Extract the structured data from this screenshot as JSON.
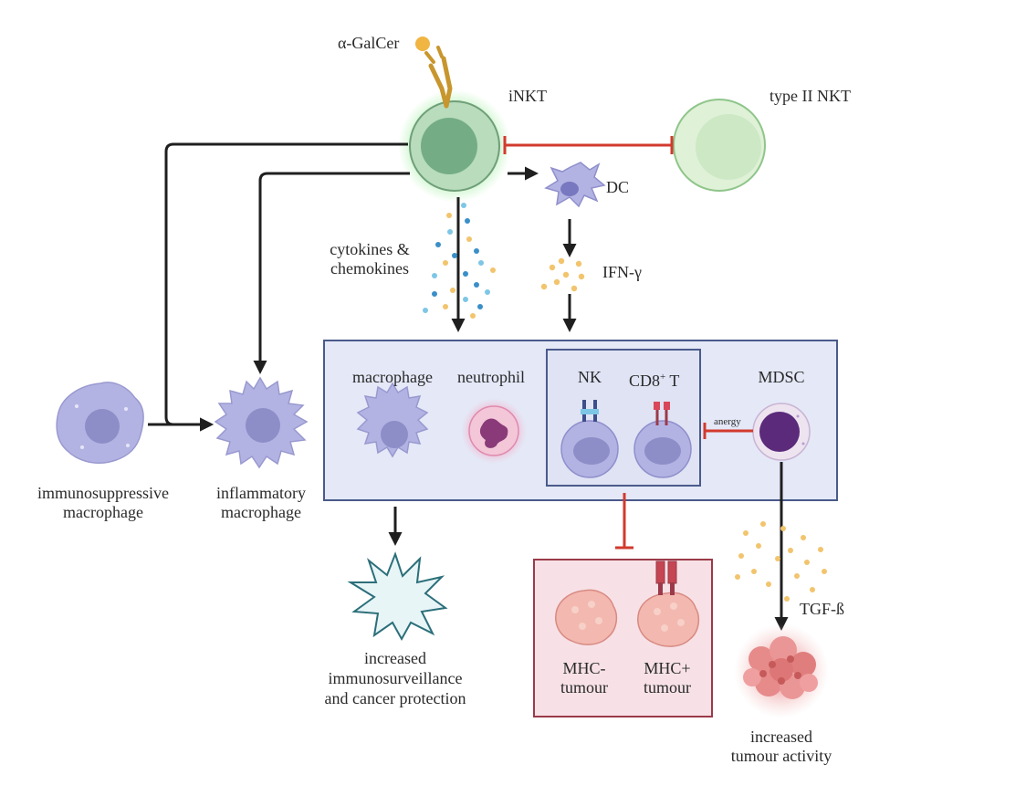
{
  "labels": {
    "alpha_galcer": "α-GalCer",
    "inkt": "iNKT",
    "type2_nkt": "type II NKT",
    "dc": "DC",
    "cytokines": "cytokines &",
    "chemokines": "chemokines",
    "ifn_gamma": "IFN-γ",
    "macrophage": "macrophage",
    "neutrophil": "neutrophil",
    "nk": "NK",
    "cd8_prefix": "CD8",
    "cd8_sup": "+",
    "cd8_suffix": " T",
    "mdsc": "MDSC",
    "anergy": "anergy",
    "immunosuppressive_line1": "immunosuppressive",
    "immunosuppressive_line2": "macrophage",
    "inflammatory_line1": "inflammatory",
    "inflammatory_line2": "macrophage",
    "outcome_line1": "increased",
    "outcome_line2": "immunosurveillance",
    "outcome_line3": "and cancer protection",
    "mhc_neg_line1": "MHC-",
    "mhc_neg_line2": "tumour",
    "mhc_pos_line1": "MHC+",
    "mhc_pos_line2": "tumour",
    "tgf_beta": "TGF-ß",
    "tumour_activity_line1": "increased",
    "tumour_activity_line2": "tumour activity"
  },
  "colors": {
    "activation_arrow": "#1f1f1f",
    "inhibition_bar": "#d23a2e",
    "effector_panel_fill": "#e4e8f7",
    "effector_panel_border": "#4a5a8a",
    "tumour_panel_fill": "#f7e1e6",
    "tumour_panel_border": "#9b3a4a",
    "inkt_cell": "#74ad85",
    "type2_nkt_cell": "#cde8c4",
    "myeloid_cell": "#b3b3e3",
    "mdsc_cell": "#5b2a7a",
    "tumour_cell": "#f3b8b0"
  }
}
